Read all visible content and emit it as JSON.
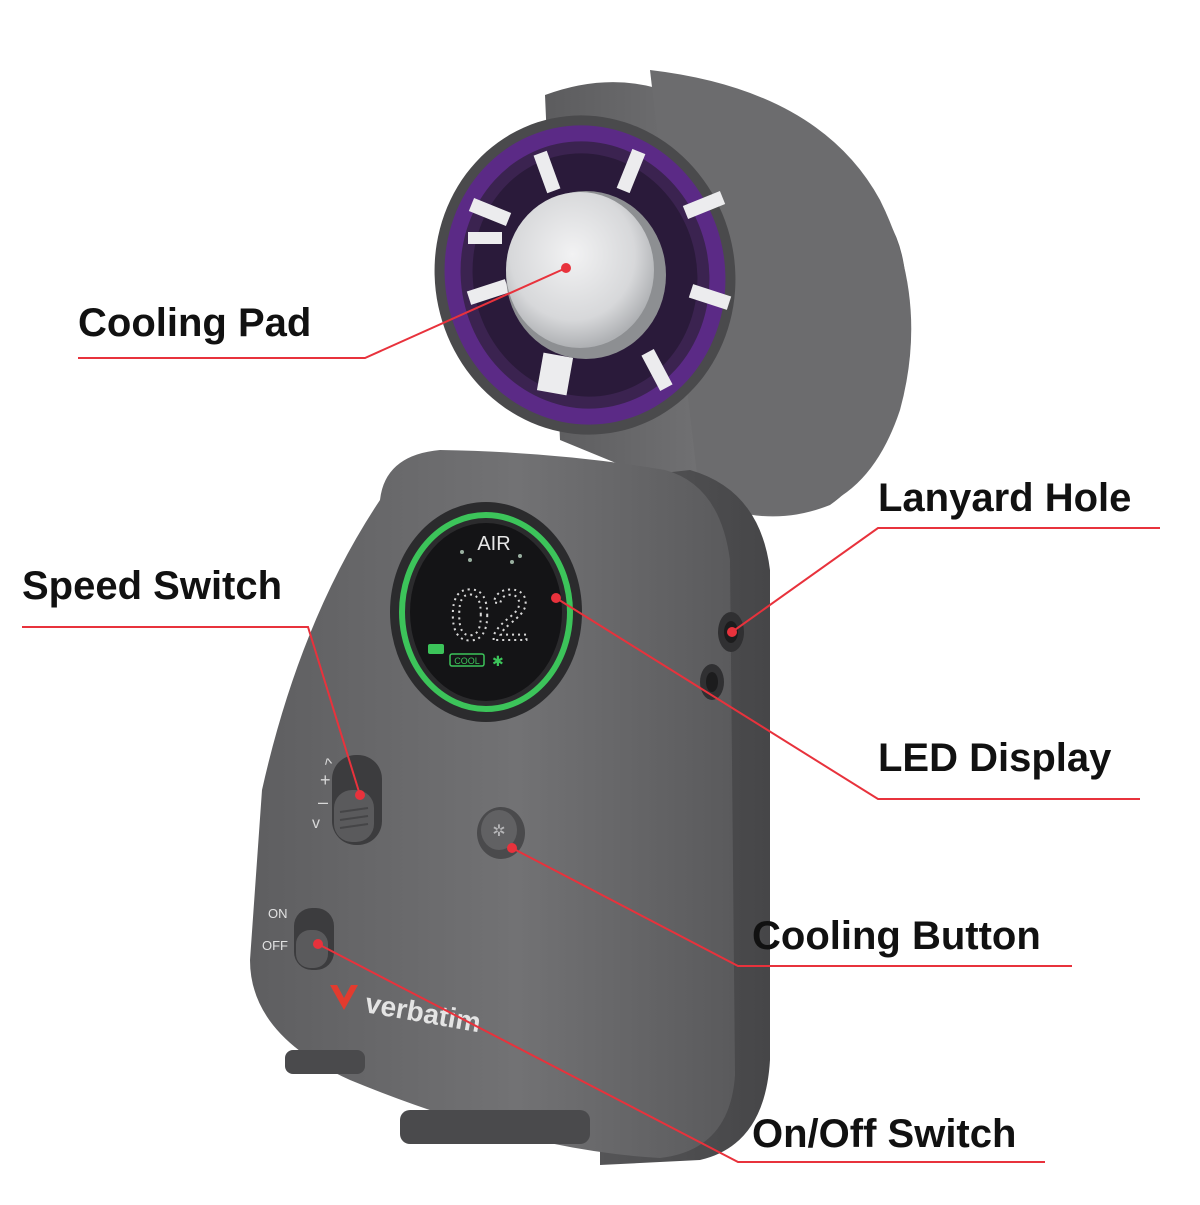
{
  "callouts": {
    "cooling_pad": "Cooling Pad",
    "lanyard_hole": "Lanyard Hole",
    "speed_switch": "Speed Switch",
    "led_display": "LED Display",
    "cooling_button": "Cooling Button",
    "on_off_switch": "On/Off Switch"
  },
  "device": {
    "brand": "verbatim",
    "display_mode": "AIR",
    "display_value": "02",
    "display_badge": "COOL",
    "switch_on_label": "ON",
    "switch_off_label": "OFF"
  },
  "colors": {
    "leader_line": "#e8323c",
    "body": "#6b6b6d",
    "fan_ring": "#5b2a86",
    "display_ring": "#3cc45a",
    "brand_red": "#e23b2e"
  }
}
